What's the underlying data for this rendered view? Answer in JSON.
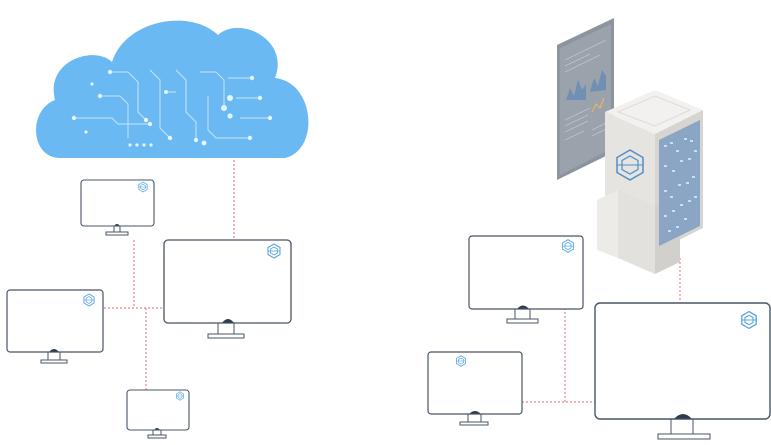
{
  "diagram": {
    "left_panel": {
      "cloud": {
        "icon": "cloud-circuit-icon",
        "color": "#6ab9f2"
      },
      "monitors": [
        {
          "name": "monitor-small-top",
          "logo": "hex-logo-icon"
        },
        {
          "name": "monitor-large",
          "logo": "hex-logo-icon"
        },
        {
          "name": "monitor-left",
          "logo": "hex-logo-icon"
        },
        {
          "name": "monitor-small-bottom",
          "logo": "hex-logo-icon"
        }
      ]
    },
    "right_panel": {
      "server": {
        "icon": "server-tower-icon",
        "screen_color": "#8aa6c4"
      },
      "dashboard": {
        "icon": "dashboard-panel-icon"
      },
      "monitors": [
        {
          "name": "monitor-mid",
          "logo": "hex-logo-icon"
        },
        {
          "name": "monitor-small-left",
          "logo": "hex-logo-icon"
        },
        {
          "name": "monitor-large-right",
          "logo": "hex-logo-icon"
        }
      ]
    },
    "connector_color": "#e8878c",
    "logo_color": "#5aa6e0"
  }
}
